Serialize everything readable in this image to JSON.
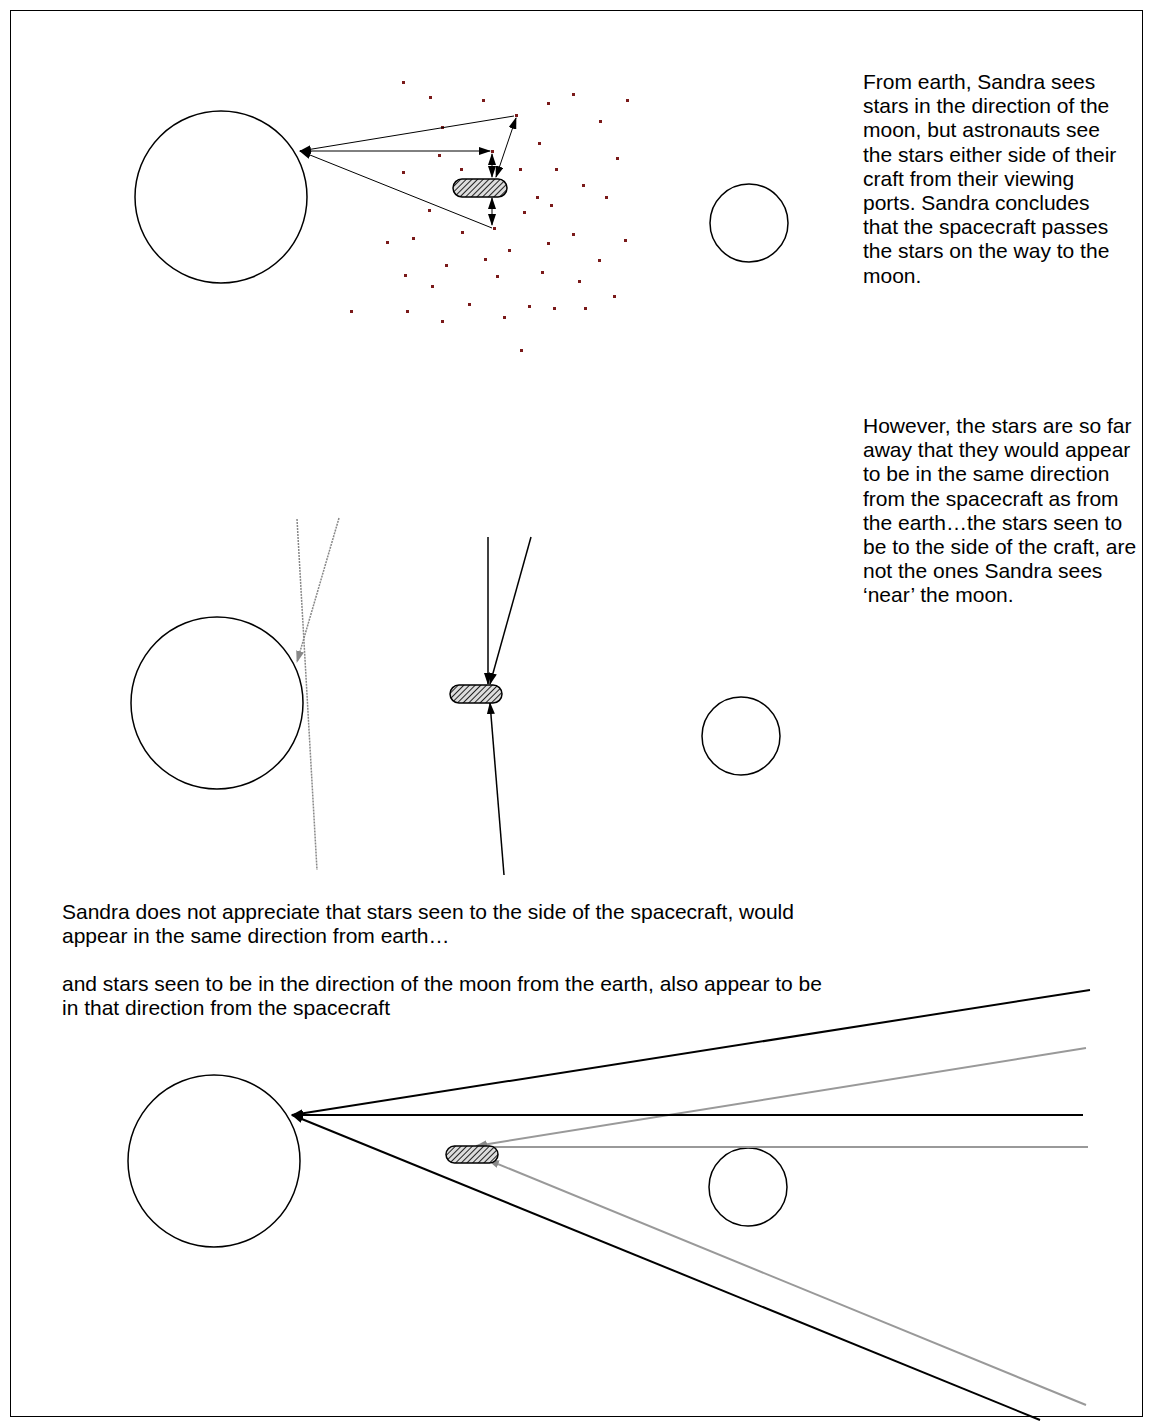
{
  "diagram": {
    "labels": [
      "From earth, Sandra sees stars in the direction of the moon, but astronauts see the stars either side of their craft from their viewing ports. Sandra concludes that the spacecraft passes the stars on the way to the moon.",
      "However, the stars are so far away that they would appear to be in the same direction from the spacecraft as from the earth…the stars seen to be to the side of the craft, are not the ones Sandra sees ‘near’ the moon.",
      "Sandra does not appreciate that stars seen to the side of the spacecraft, would appear in the same direction from earth…",
      "and stars seen to be in the direction of the moon from the earth, also appear to be in that direction from the spacecraft"
    ]
  }
}
